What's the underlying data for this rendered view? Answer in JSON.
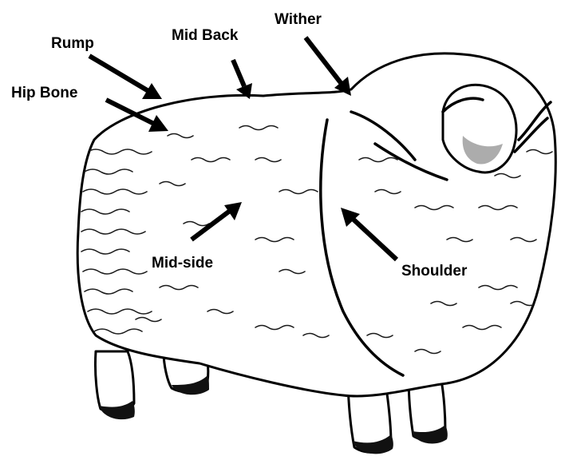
{
  "labels": {
    "rump": "Rump",
    "mid_back": "Mid Back",
    "wither": "Wither",
    "hip_bone": "Hip Bone",
    "mid_side": "Mid-side",
    "shoulder": "Shoulder"
  },
  "colors": {
    "ink": "#000000",
    "paper": "#ffffff"
  }
}
